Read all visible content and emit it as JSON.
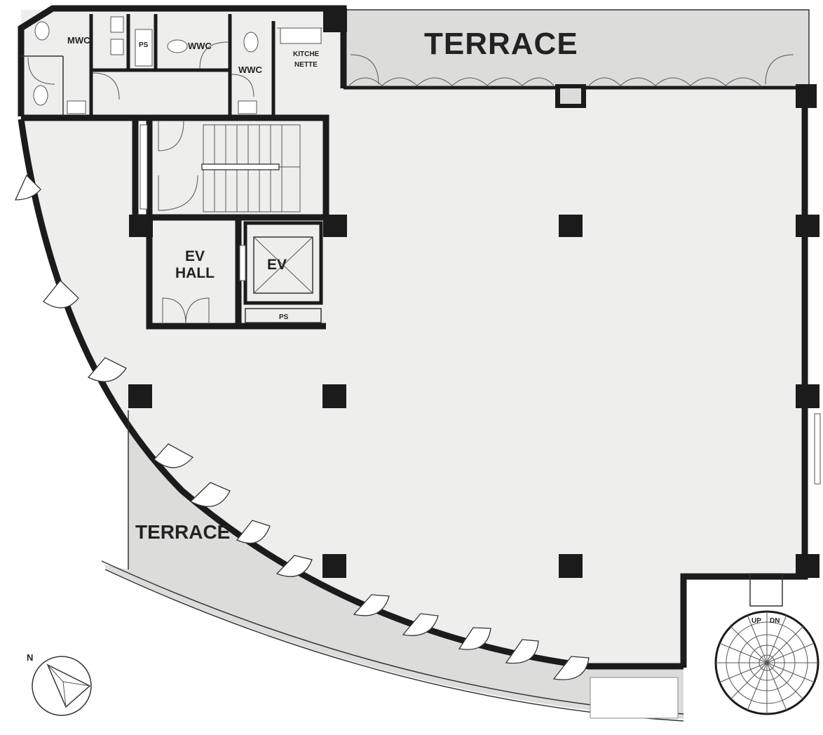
{
  "labels": {
    "terrace_north": "TERRACE",
    "terrace_southwest": "TERRACE",
    "mwc": "MWC",
    "ps_top": "PS",
    "wwc_1": "WWC",
    "wwc_2": "WWC",
    "kitchenette_line1": "KITCHE",
    "kitchenette_line2": "NETTE",
    "ev_hall_line1": "EV",
    "ev_hall_line2": "HALL",
    "ev": "EV",
    "ps_ev": "PS",
    "stair_up": "UP",
    "stair_dn": "DN",
    "north": "N"
  },
  "colors": {
    "floor_fill": "#eeefec",
    "terrace_fill": "#dcdddb",
    "wall": "#1b1b1b",
    "background": "#ffffff"
  }
}
